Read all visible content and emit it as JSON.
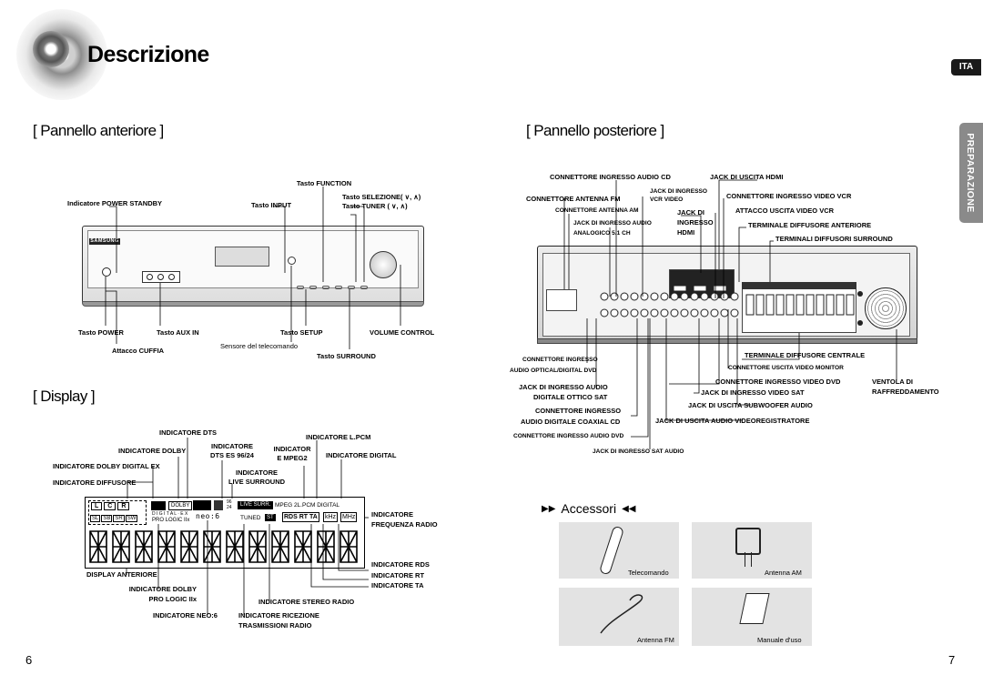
{
  "header": {
    "title": "Descrizione",
    "lang_tab": "ITA",
    "side_tab": "PREPARAZIONE"
  },
  "front": {
    "heading": "[ Pannello anteriore ]",
    "brand": "SAMSUNG",
    "labels": {
      "function": "Tasto FUNCTION",
      "power_standby": "Indicatore POWER STANDBY",
      "input": "Tasto INPUT",
      "selezione": "Tasto SELEZIONE( ∨, ∧)",
      "tuner": "Tasto TUNER ( ∨, ∧)",
      "power": "Tasto POWER",
      "aux_in": "Tasto AUX IN",
      "setup": "Tasto SETUP",
      "volume": "VOLUME CONTROL",
      "cuffia": "Attacco CUFFIA",
      "sensore": "Sensore del telecomando",
      "surround": "Tasto SURROUND"
    }
  },
  "display": {
    "heading": "[ Display ]",
    "labels": {
      "dts": "INDICATORE DTS",
      "lpcm": "INDICATORE L.PCM",
      "dolby": "INDICATORE DOLBY",
      "dts_es_a": "INDICATORE",
      "dts_es_b": "DTS ES 96/24",
      "mpeg_a": "INDICATOR",
      "mpeg_b": "E MPEG2",
      "digital": "INDICATORE DIGITAL",
      "dolby_ex": "INDICATORE DOLBY DIGITAL EX",
      "live_a": "INDICATORE",
      "live_b": "LIVE SURROUND",
      "diffusore": "INDICATORE DIFFUSORE",
      "freq_a": "INDICATORE",
      "freq_b": "FREQUENZA RADIO",
      "rds": "INDICATORE RDS",
      "rt": "INDICATORE RT",
      "ta": "INDICATORE TA",
      "display_ant": "DISPLAY ANTERIORE",
      "dolby_pl_a": "INDICATORE DOLBY",
      "dolby_pl_b": "PRO LOGIC IIx",
      "stereo": "INDICATORE STEREO RADIO",
      "neo6": "INDICATORE NEO:6",
      "ricez_a": "INDICATORE RICEZIONE",
      "ricez_b": "TRASMISSIONI RADIO"
    },
    "panel": {
      "lcr": [
        "L",
        "C",
        "R"
      ],
      "surround": [
        "SL",
        "SB",
        "SR",
        "SW"
      ],
      "dolby": "DOLBY",
      "digital_ex": "D I G I T A L · E X",
      "pro_logic": "PRO LOGIC IIx",
      "neo": "neo:6",
      "live_surr": "LIVE SURR.",
      "mpeg": "MPEG 2L.PCM DIGITAL",
      "tuned": "TUNED",
      "st": "ST",
      "rds": "RDS RT TA",
      "khz": "kHz",
      "mhz": "MHz"
    }
  },
  "rear": {
    "heading": "[ Pannello posteriore ]",
    "labels": {
      "audio_cd": "CONNETTORE INGRESSO AUDIO CD",
      "hdmi_out": "JACK DI USCITA HDMI",
      "antenna_fm": "CONNETTORE ANTENNA FM",
      "vcr_a": "JACK DI INGRESSO",
      "vcr_b": "VCR VIDEO",
      "video_vcr": "CONNETTORE INGRESSO VIDEO VCR",
      "antenna_am": "CONNETTORE ANTENNA AM",
      "hdmi_in_a": "JACK DI",
      "hdmi_in_b": "INGRESSO",
      "hdmi_in_c": "HDMI",
      "uscita_vcr": "ATTACCO USCITA VIDEO VCR",
      "analog_a": "JACK DI INGRESSO AUDIO",
      "analog_b": "ANALOGICO 5.1 CH",
      "term_ant": "TERMINALE DIFFUSORE ANTERIORE",
      "term_sur": "TERMINALI DIFFUSORI SURROUND",
      "term_cen": "TERMINALE DIFFUSORE CENTRALE",
      "optical_a": "CONNETTORE INGRESSO",
      "optical_b": "AUDIO OPTICAL/DIGITAL DVD",
      "monitor": "CONNETTORE USCITA VIDEO MONITOR",
      "dig_ott_a": "JACK DI INGRESSO AUDIO",
      "dig_ott_b": "DIGITALE OTTICO SAT",
      "video_dvd": "CONNETTORE INGRESSO VIDEO DVD",
      "video_sat": "JACK DI INGRESSO VIDEO SAT",
      "vent_a": "VENTOLA DI",
      "vent_b": "RAFFREDDAMENTO",
      "subwoofer": "JACK DI USCITA SUBWOOFER AUDIO",
      "coax_a": "CONNETTORE INGRESSO",
      "coax_b": "AUDIO DIGITALE COAXIAL CD",
      "audio_vr": "JACK DI USCITA AUDIO VIDEOREGISTRATORE",
      "audio_dvd": "CONNETTORE INGRESSO AUDIO DVD",
      "sat_audio": "JACK DI INGRESSO SAT AUDIO"
    }
  },
  "accessori": {
    "heading": "Accessori",
    "items": [
      {
        "name": "Telecomando"
      },
      {
        "name": "Antenna AM"
      },
      {
        "name": "Antenna FM"
      },
      {
        "name": "Manuale d'uso"
      }
    ]
  },
  "pages": {
    "left": "6",
    "right": "7"
  }
}
